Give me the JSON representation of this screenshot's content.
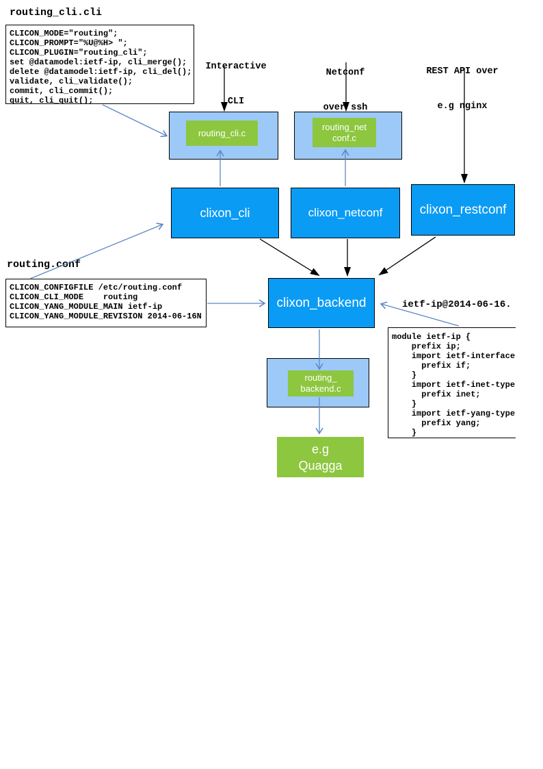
{
  "colors": {
    "node_blue": "#0a9bf5",
    "plugin_container_blue": "#9cc9f7",
    "plugin_green": "#8dc63f",
    "arrow_blue": "#5e87c4",
    "arrow_black": "#000000"
  },
  "code_boxes": {
    "routing_cli": {
      "title": "routing_cli.cli",
      "lines": [
        "CLICON_MODE=\"routing\";",
        "CLICON_PROMPT=\"%U@%H> \";",
        "CLICON_PLUGIN=\"routing_cli\";",
        "set @datamodel:ietf-ip, cli_merge();",
        "delete @datamodel:ietf-ip, cli_del();",
        "validate, cli_validate();",
        "commit, cli_commit();",
        "quit, cli_quit();"
      ]
    },
    "routing_conf": {
      "title": "routing.conf",
      "lines": [
        "CLICON_CONFIGFILE /etc/routing.conf",
        "CLICON_CLI_MODE    routing",
        "CLICON_YANG_MODULE_MAIN ietf-ip",
        "CLICON_YANG_MODULE_REVISION 2014-06-16N"
      ]
    },
    "ietf_ip_yang": {
      "label": "ietf-ip@2014-06-16.",
      "lines": [
        "module ietf-ip {",
        "    prefix ip;",
        "    import ietf-interface",
        "      prefix if;",
        "    }",
        "    import ietf-inet-type",
        "      prefix inet;",
        "    }",
        "    import ietf-yang-type",
        "      prefix yang;",
        "    }"
      ]
    }
  },
  "flow_labels": {
    "interactive_cli": [
      "Interactive",
      "CLI"
    ],
    "netconf_ssh": [
      "Netconf",
      "over ssh"
    ],
    "rest_api": [
      "REST API over",
      "e.g nginx"
    ]
  },
  "nodes": {
    "routing_cli_c": {
      "label": "routing_cli.c"
    },
    "routing_netconf_c": {
      "lines": [
        "routing_net",
        "conf.c"
      ]
    },
    "clixon_cli": {
      "label": "clixon_cli"
    },
    "clixon_netconf": {
      "label": "clixon_netconf"
    },
    "clixon_restconf": {
      "label": "clixon_restconf"
    },
    "clixon_backend": {
      "label": "clixon_backend"
    },
    "routing_backend_c": {
      "lines": [
        "routing_",
        "backend.c"
      ]
    },
    "quagga": {
      "lines": [
        "e.g",
        "Quagga"
      ]
    }
  }
}
